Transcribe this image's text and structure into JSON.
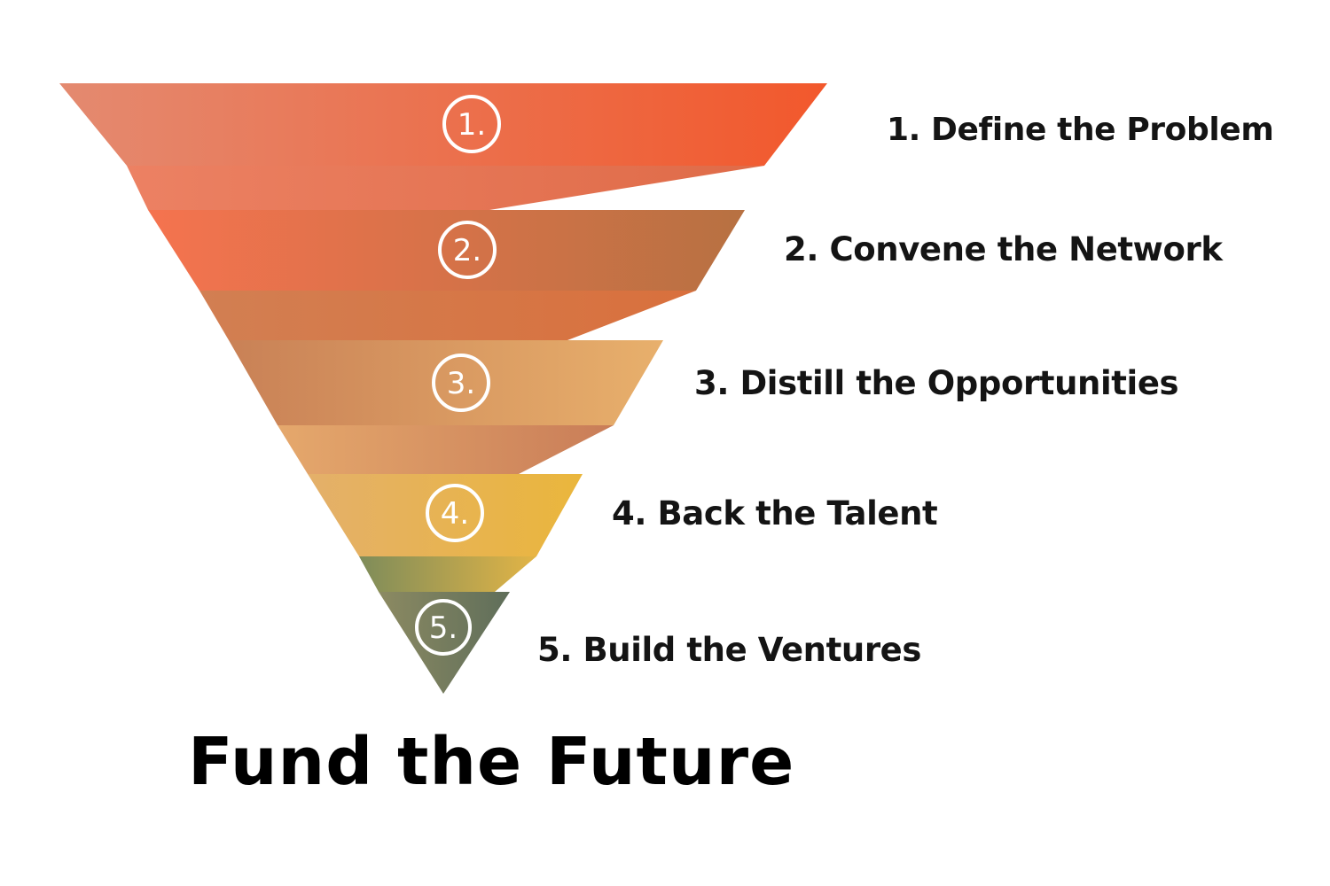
{
  "title": "Fund the Future",
  "colors": {
    "step1": [
      "#e48a70",
      "#f2582c"
    ],
    "step2": [
      "#f5734f",
      "#b77142"
    ],
    "step3": [
      "#c98156",
      "#e8b06c"
    ],
    "step4": [
      "#e4b06a",
      "#eab63c"
    ],
    "step5": [
      "#8c8a62",
      "#5f6e5a"
    ],
    "connector1": [
      "#ec8163",
      "#df6b48"
    ],
    "connector2": [
      "#d27f52",
      "#d9703d"
    ],
    "connector3": [
      "#e5a86c",
      "#c97d58"
    ],
    "connector4": [
      "#7e8c5a",
      "#e2b446"
    ],
    "badge": "#ffffff",
    "text": "#141414"
  },
  "steps": [
    {
      "badge": "1.",
      "label": "1. Define the Problem"
    },
    {
      "badge": "2.",
      "label": "2. Convene the Network"
    },
    {
      "badge": "3.",
      "label": "3. Distill the Opportunities"
    },
    {
      "badge": "4.",
      "label": "4. Back the Talent"
    },
    {
      "badge": "5.",
      "label": "5. Build the Ventures"
    }
  ]
}
